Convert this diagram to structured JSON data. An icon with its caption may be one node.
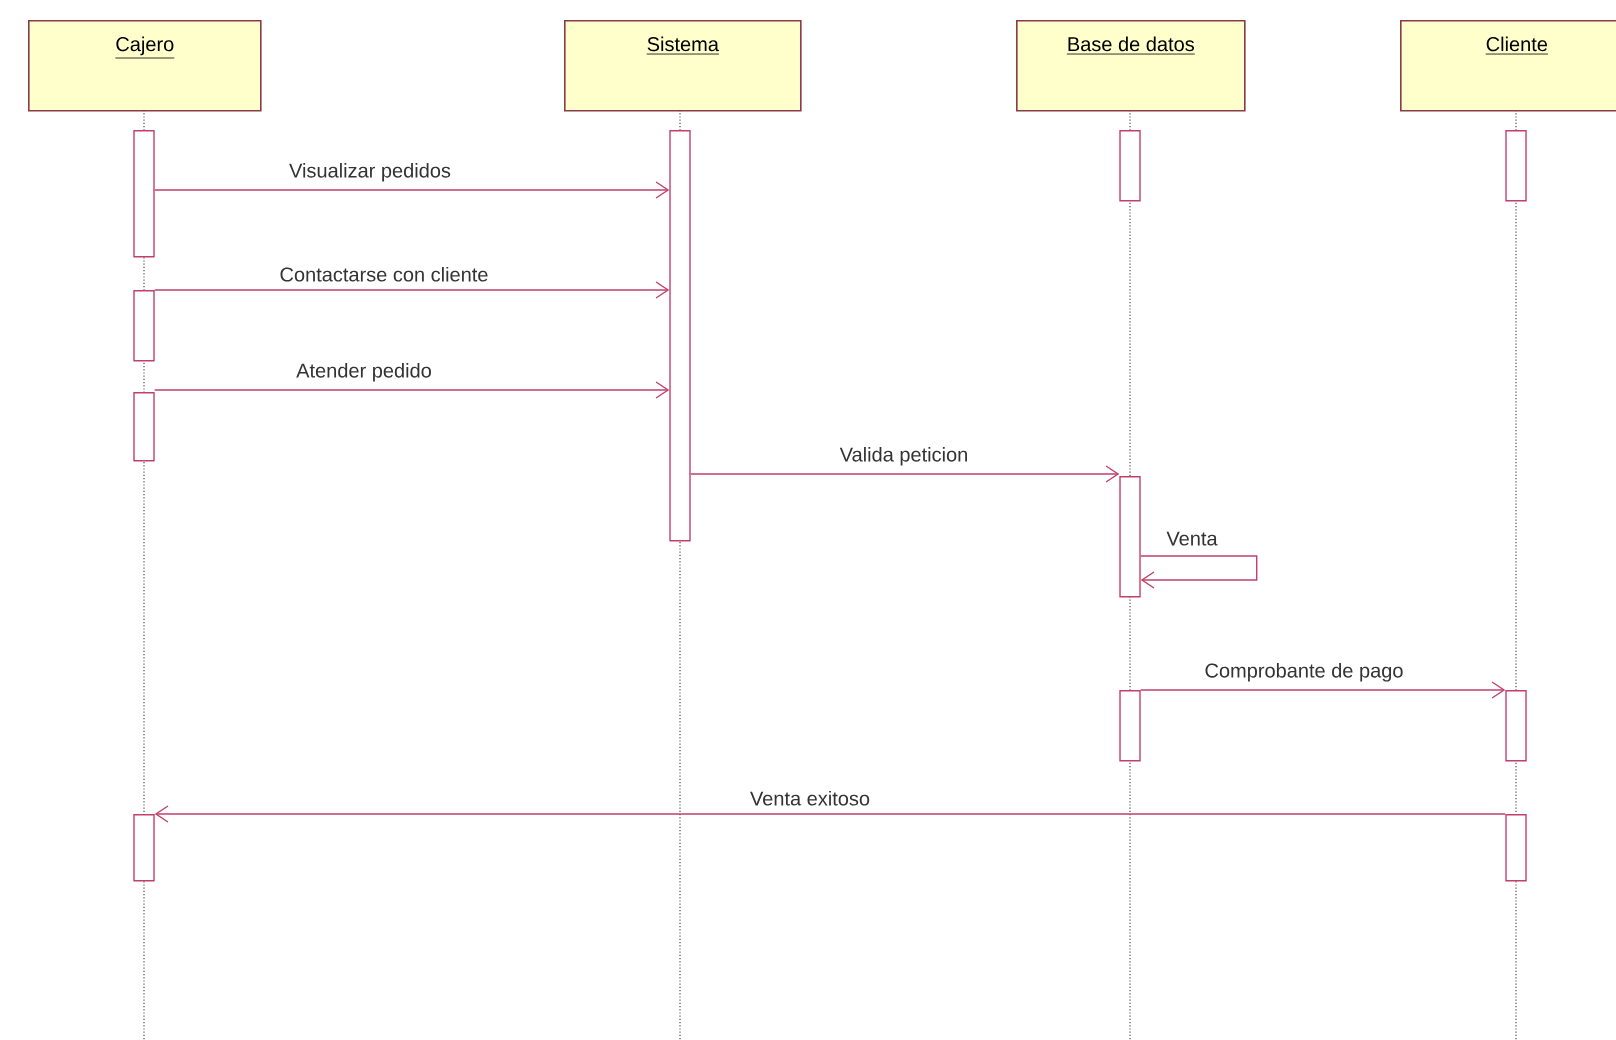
{
  "diagram": {
    "nodes": [
      {
        "text": [
          "Cajero"
        ]
      },
      {
        "text": [
          "Sistema"
        ]
      },
      {
        "text": [
          "Base de datos"
        ]
      },
      {
        "text": [
          "Cliente"
        ]
      },
      {
        "text": [],
        "shape": "bar"
      },
      {
        "text": [],
        "shape": "bar"
      },
      {
        "text": [],
        "shape": "bar"
      },
      {
        "text": [],
        "shape": "bar"
      },
      {
        "text": [],
        "shape": "bar"
      },
      {
        "text": [],
        "shape": "bar"
      },
      {
        "text": [],
        "shape": "bar"
      },
      {
        "text": [],
        "shape": "bar"
      },
      {
        "text": [],
        "shape": "bar"
      },
      {
        "text": [],
        "shape": "bar"
      },
      {
        "text": [],
        "shape": "bar"
      }
    ],
    "edges": [
      {
        "from": 4,
        "to": 8,
        "arrow": "to",
        "label": "Visualizar pedidos"
      },
      {
        "from": 5,
        "to": 8,
        "arrow": "to",
        "label": "Contactarse con cliente"
      },
      {
        "from": 6,
        "to": 8,
        "arrow": "to",
        "label": "Atender pedido"
      },
      {
        "from": 8,
        "to": 10,
        "arrow": "to",
        "label": "Valida peticion"
      },
      {
        "from": 10,
        "to": 10,
        "arrow": "to",
        "label": "Venta"
      },
      {
        "from": 11,
        "to": 13,
        "arrow": "to",
        "label": "Comprobante de pago"
      },
      {
        "from": 14,
        "to": 7,
        "arrow": "to",
        "label": "Venta exitoso"
      }
    ]
  }
}
